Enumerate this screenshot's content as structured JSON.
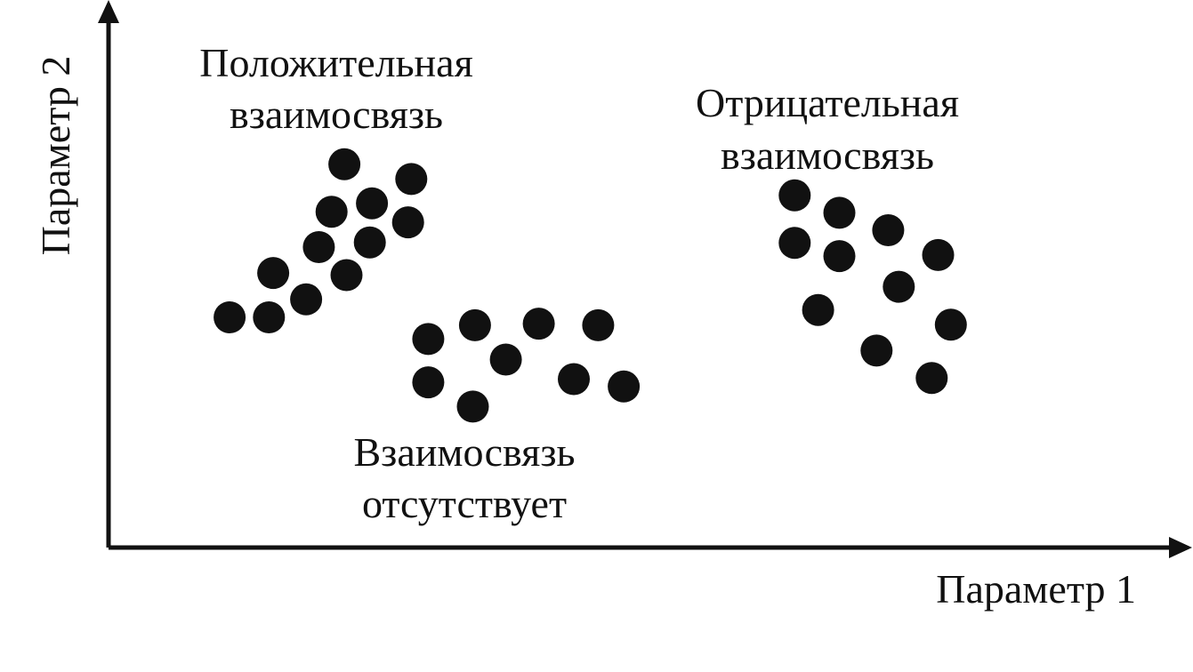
{
  "chart_data": {
    "type": "scatter",
    "title": "",
    "xlabel": "Параметр 1",
    "ylabel": "Параметр 2",
    "axis_ticks": false,
    "grid": false,
    "series": [
      {
        "label_lines": [
          "Положительная",
          "взаимосвязь"
        ],
        "points": [
          {
            "x": 11.4,
            "y": 43.6
          },
          {
            "x": 15.1,
            "y": 43.6
          },
          {
            "x": 15.5,
            "y": 52.0
          },
          {
            "x": 18.6,
            "y": 47.0
          },
          {
            "x": 19.8,
            "y": 56.9
          },
          {
            "x": 21.0,
            "y": 63.6
          },
          {
            "x": 22.2,
            "y": 72.6
          },
          {
            "x": 22.4,
            "y": 51.6
          },
          {
            "x": 24.6,
            "y": 57.8
          },
          {
            "x": 24.8,
            "y": 65.2
          },
          {
            "x": 28.2,
            "y": 61.6
          },
          {
            "x": 28.5,
            "y": 69.8
          }
        ]
      },
      {
        "label_lines": [
          "Взаимосвязь",
          "отсутствует"
        ],
        "points": [
          {
            "x": 30.1,
            "y": 39.5
          },
          {
            "x": 30.1,
            "y": 31.3
          },
          {
            "x": 34.5,
            "y": 42.1
          },
          {
            "x": 34.3,
            "y": 26.7
          },
          {
            "x": 37.4,
            "y": 35.6
          },
          {
            "x": 40.5,
            "y": 42.4
          },
          {
            "x": 43.8,
            "y": 31.9
          },
          {
            "x": 46.1,
            "y": 42.1
          },
          {
            "x": 48.5,
            "y": 30.5
          }
        ]
      },
      {
        "label_lines": [
          "Отрицательная",
          "взаимосвязь"
        ],
        "points": [
          {
            "x": 64.6,
            "y": 66.7
          },
          {
            "x": 64.6,
            "y": 57.7
          },
          {
            "x": 68.8,
            "y": 63.4
          },
          {
            "x": 68.8,
            "y": 55.2
          },
          {
            "x": 66.8,
            "y": 45.0
          },
          {
            "x": 73.4,
            "y": 60.1
          },
          {
            "x": 74.4,
            "y": 49.4
          },
          {
            "x": 78.1,
            "y": 55.4
          },
          {
            "x": 72.3,
            "y": 37.3
          },
          {
            "x": 79.3,
            "y": 42.2
          },
          {
            "x": 77.5,
            "y": 32.1
          }
        ]
      }
    ],
    "xlim": [
      0,
      100
    ],
    "ylim": [
      0,
      100
    ],
    "marker_color": "#111111",
    "axis_color": "#111111"
  }
}
